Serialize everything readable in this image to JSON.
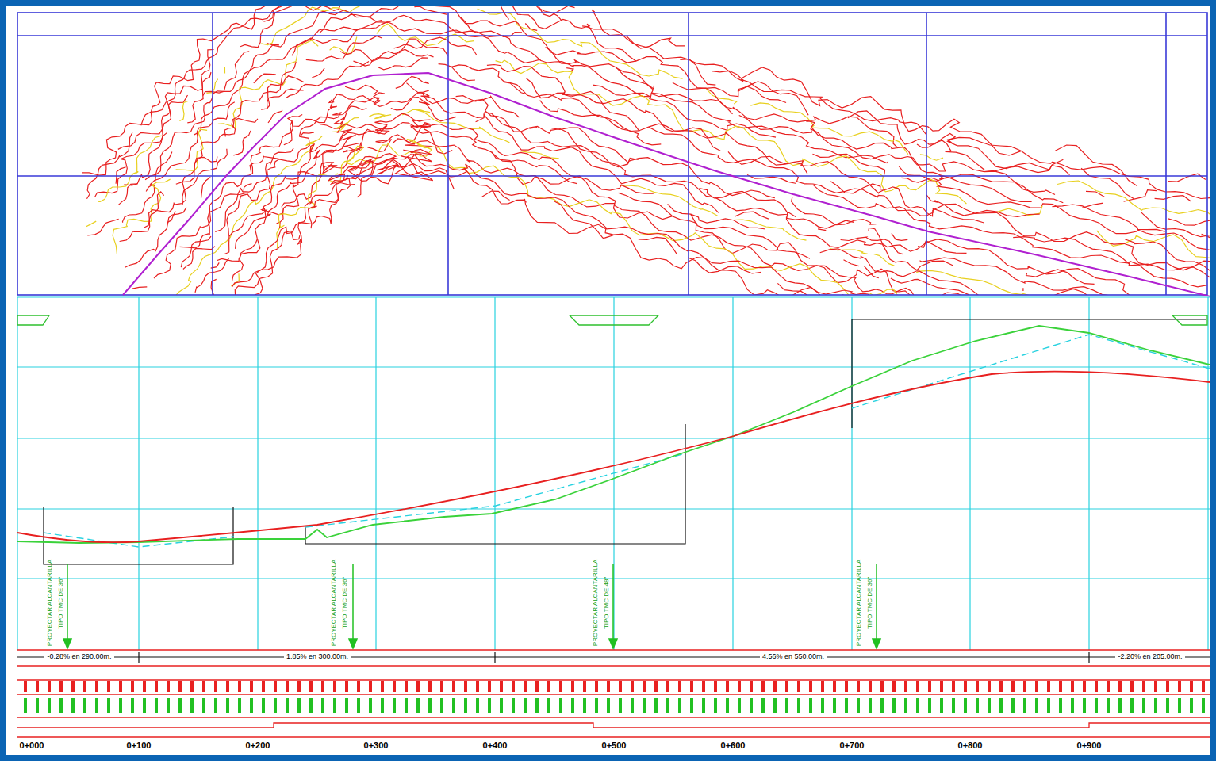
{
  "diagram": {
    "labels": [
      "0+000",
      "0+100",
      "0+200",
      "0+300",
      "0+400",
      "0+500",
      "0+600",
      "0+700",
      "0+800",
      "0+900",
      "-0.28% en 290.00m.",
      "1.85% en 300.00m.",
      "4.56% en 550.00m.",
      "-2.20% en 205.00m.",
      "PROYECTAR ALCANTARILLA",
      "PROYECTAR ALCANTARILLA",
      "PROYECTAR ALCANTARILLA",
      "PROYECTAR ALCANTARILLA",
      "TIPO TMC DE 36\"",
      "TIPO TMC DE 36\"",
      "TIPO TMC DE 48\"",
      "TIPO TMC DE 36\""
    ]
  }
}
